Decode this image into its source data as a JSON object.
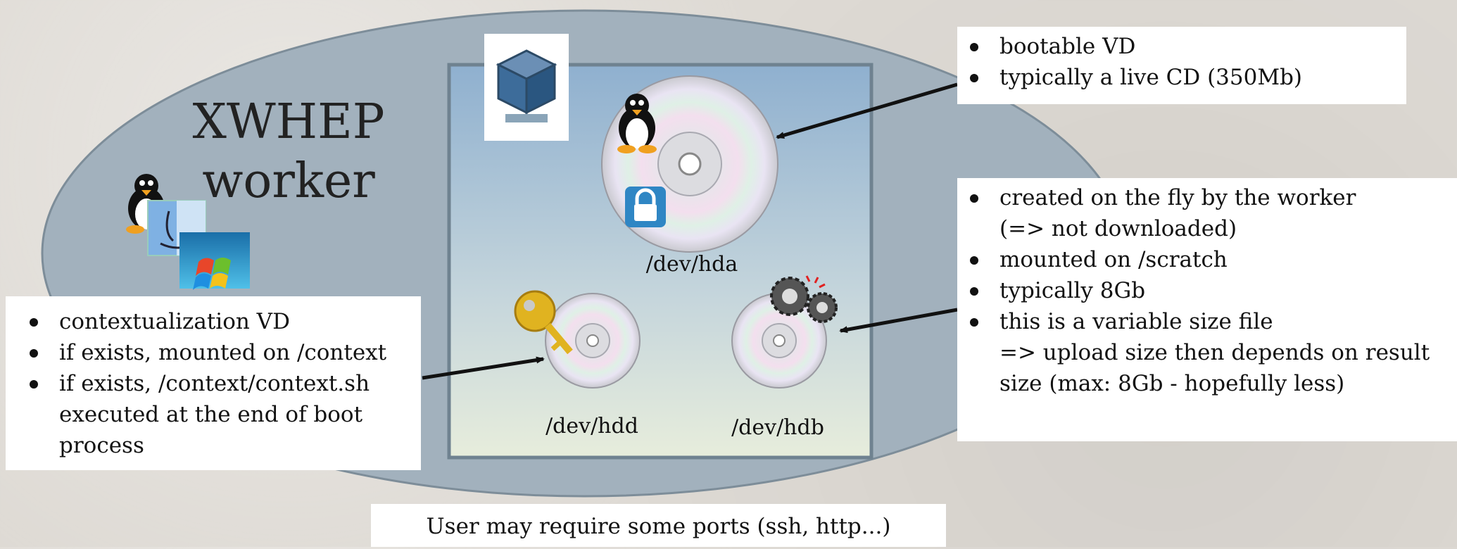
{
  "worker": {
    "title_line1": "XWHEP",
    "title_line2": "worker"
  },
  "disks": {
    "hda": "/dev/hda",
    "hdd": "/dev/hdd",
    "hdb": "/dev/hdb"
  },
  "bootable": {
    "items": [
      "bootable VD",
      "typically a live CD (350Mb)"
    ]
  },
  "scratch": {
    "items": [
      {
        "line1": "created on the fly by the worker",
        "line2": "(=> not downloaded)"
      },
      {
        "line1": "mounted on /scratch"
      },
      {
        "line1": "typically 8Gb"
      },
      {
        "line1": "this is a variable size file",
        "line2": "=> upload size then depends on result",
        "line3": "size (max: 8Gb - hopefully less)"
      }
    ]
  },
  "context": {
    "items": [
      {
        "line1": "contextualization VD"
      },
      {
        "line1": "if exists, mounted on /context"
      },
      {
        "line1": "if exists, /context/context.sh",
        "line2": "executed at the end of boot",
        "line3": "process"
      }
    ]
  },
  "ports_note": "User may require some ports (ssh, http...)",
  "colors": {
    "ellipse": "#a2b1bd",
    "ellipse_border": "#7d8d99",
    "vm_top": "#8fb0cf",
    "vm_bottom": "#e7eddc",
    "lock": "#2f86c4",
    "key": "#e0b320"
  },
  "icons": [
    "virtualbox-icon",
    "tux-icon",
    "finder-icon",
    "windows-icon",
    "lock-icon",
    "key-icon",
    "gears-icon",
    "cd-disk-icon"
  ]
}
